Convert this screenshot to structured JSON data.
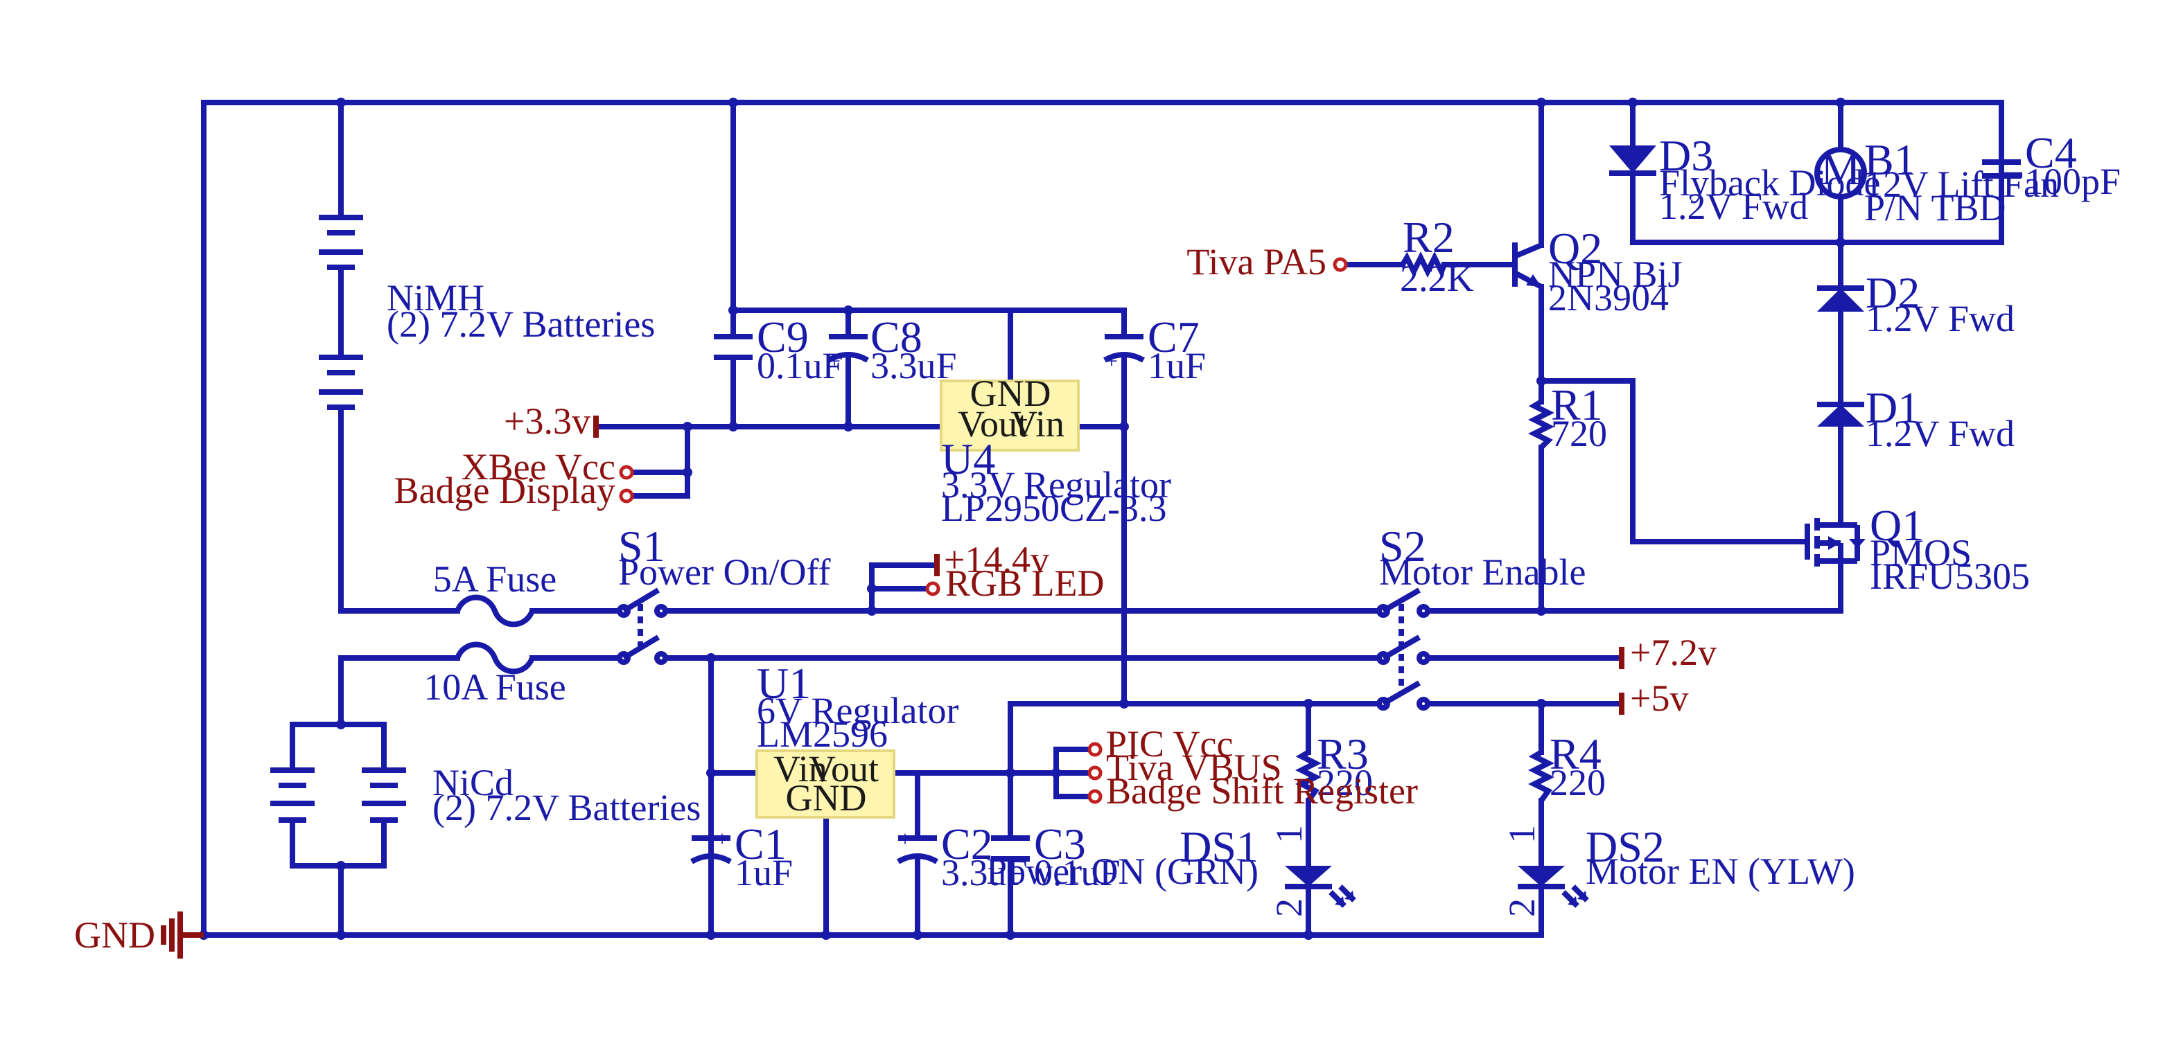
{
  "colors": {
    "wire": "#1a1aa8",
    "net_label": "#8b1010",
    "ic_fill": "#fdf5b0"
  },
  "batteries": {
    "nimh": {
      "name": "NiMH",
      "desc": "(2) 7.2V Batteries"
    },
    "nicd": {
      "name": "NiCd",
      "desc": "(2) 7.2V Batteries"
    }
  },
  "fuses": {
    "f5a": "5A Fuse",
    "f10a": "10A Fuse"
  },
  "switches": {
    "s1": {
      "ref": "S1",
      "desc": "Power On/Off"
    },
    "s2": {
      "ref": "S2",
      "desc": "Motor Enable"
    }
  },
  "regulators": {
    "u1": {
      "ref": "U1",
      "desc": "6V Regulator",
      "part": "LM2596",
      "pin_in": "Vin",
      "pin_out": "Vout",
      "pin_gnd": "GND"
    },
    "u4": {
      "ref": "U4",
      "desc": "3.3V Regulator",
      "part": "LP2950CZ-3.3",
      "pin_in": "Vin",
      "pin_out": "Vout",
      "pin_gnd": "GND"
    }
  },
  "capacitors": [
    {
      "ref": "C1",
      "value": "1uF"
    },
    {
      "ref": "C2",
      "value": "3.3uF"
    },
    {
      "ref": "C3",
      "value": "0.1uF"
    },
    {
      "ref": "C4",
      "value": "100pF"
    },
    {
      "ref": "C7",
      "value": "1uF"
    },
    {
      "ref": "C8",
      "value": "3.3uF"
    },
    {
      "ref": "C9",
      "value": "0.1uF"
    }
  ],
  "resistors": [
    {
      "ref": "R1",
      "value": "720"
    },
    {
      "ref": "R2",
      "value": "2.2K"
    },
    {
      "ref": "R3",
      "value": "220"
    },
    {
      "ref": "R4",
      "value": "220"
    }
  ],
  "diodes": [
    {
      "ref": "D1",
      "desc": "1.2V Fwd"
    },
    {
      "ref": "D2",
      "desc": "1.2V Fwd"
    },
    {
      "ref": "D3",
      "desc": "Flyback Diode",
      "desc2": "1.2V Fwd"
    }
  ],
  "transistors": {
    "q1": {
      "ref": "Q1",
      "type": "PMOS",
      "part": "IRFU5305"
    },
    "q2": {
      "ref": "Q2",
      "type": "NPN BiJ",
      "part": "2N3904"
    }
  },
  "motor": {
    "ref": "B1",
    "symbol": "M",
    "desc": "12V Lift Fan",
    "part": "P/N TBD"
  },
  "leds": {
    "ds1": {
      "ref": "DS1",
      "desc": "Power ON (GRN)",
      "pin1": "1",
      "pin2": "2"
    },
    "ds2": {
      "ref": "DS2",
      "desc": "Motor EN (YLW)",
      "pin1": "1",
      "pin2": "2"
    }
  },
  "net_labels": {
    "v33": "+3.3v",
    "v144": "+14.4v",
    "v72": "+7.2v",
    "v5": "+5v",
    "gnd": "GND",
    "tiva_pa5": "Tiva PA5",
    "xbee_vcc": "XBee Vcc",
    "badge_display": "Badge Display",
    "rgb_led": "RGB LED",
    "pic_vcc": "PIC Vcc",
    "tiva_vbus": "Tiva VBUS",
    "badge_shift": "Badge Shift Register"
  }
}
